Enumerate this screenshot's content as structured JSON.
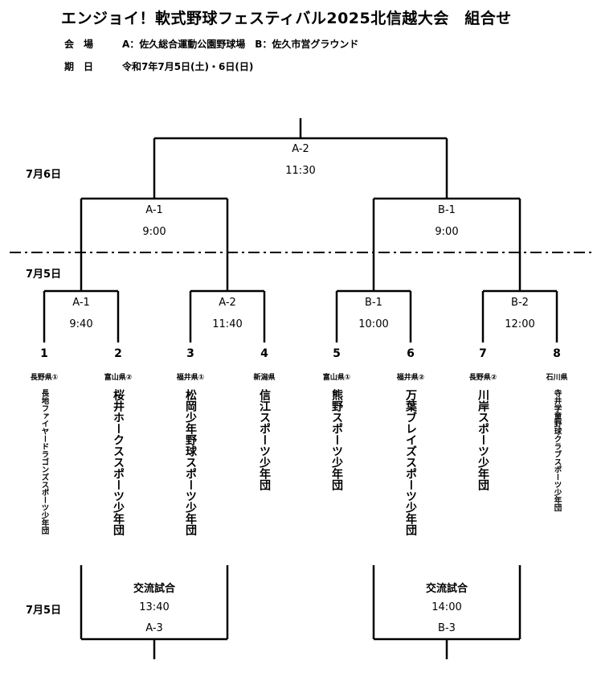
{
  "title": "エンジョイ！軟式野球フェスティバル2025北信越大会　組合せ",
  "venue": {
    "label": "会　場",
    "value": "A：佐久総合運動公園野球場　B：佐久市営グラウンド"
  },
  "schedule": {
    "label": "期　日",
    "value": "令和7年7月5日(土)・6日(日)"
  },
  "dates": {
    "day6": "7月6日",
    "day5_top": "7月5日",
    "day5_bottom": "7月5日"
  },
  "final": {
    "court": "A-2",
    "time": "11:30"
  },
  "semis": [
    {
      "court": "A-1",
      "time": "9:00"
    },
    {
      "court": "B-1",
      "time": "9:00"
    }
  ],
  "first_round": [
    {
      "court": "A-1",
      "time": "9:40"
    },
    {
      "court": "A-2",
      "time": "11:40"
    },
    {
      "court": "B-1",
      "time": "10:00"
    },
    {
      "court": "B-2",
      "time": "12:00"
    }
  ],
  "teams": [
    {
      "num": "1",
      "pref": "長野県①",
      "name": "長地ファイヤードラゴンズスポーツ少年団"
    },
    {
      "num": "2",
      "pref": "富山県②",
      "name": "桜井ホークススポーツ少年団"
    },
    {
      "num": "3",
      "pref": "福井県①",
      "name": "松岡少年野球スポーツ少年団"
    },
    {
      "num": "4",
      "pref": "新潟県",
      "name": "信江スポーツ少年団"
    },
    {
      "num": "5",
      "pref": "富山県①",
      "name": "熊野スポーツ少年団"
    },
    {
      "num": "6",
      "pref": "福井県②",
      "name": "万葉ブレイズスポーツ少年団"
    },
    {
      "num": "7",
      "pref": "長野県②",
      "name": "川岸スポーツ少年団"
    },
    {
      "num": "8",
      "pref": "石川県",
      "name": "寺井学童野球クラブスポーツ少年団"
    }
  ],
  "consolation": [
    {
      "label": "交流試合",
      "time": "13:40",
      "court": "A-3"
    },
    {
      "label": "交流試合",
      "time": "14:00",
      "court": "B-3"
    }
  ]
}
